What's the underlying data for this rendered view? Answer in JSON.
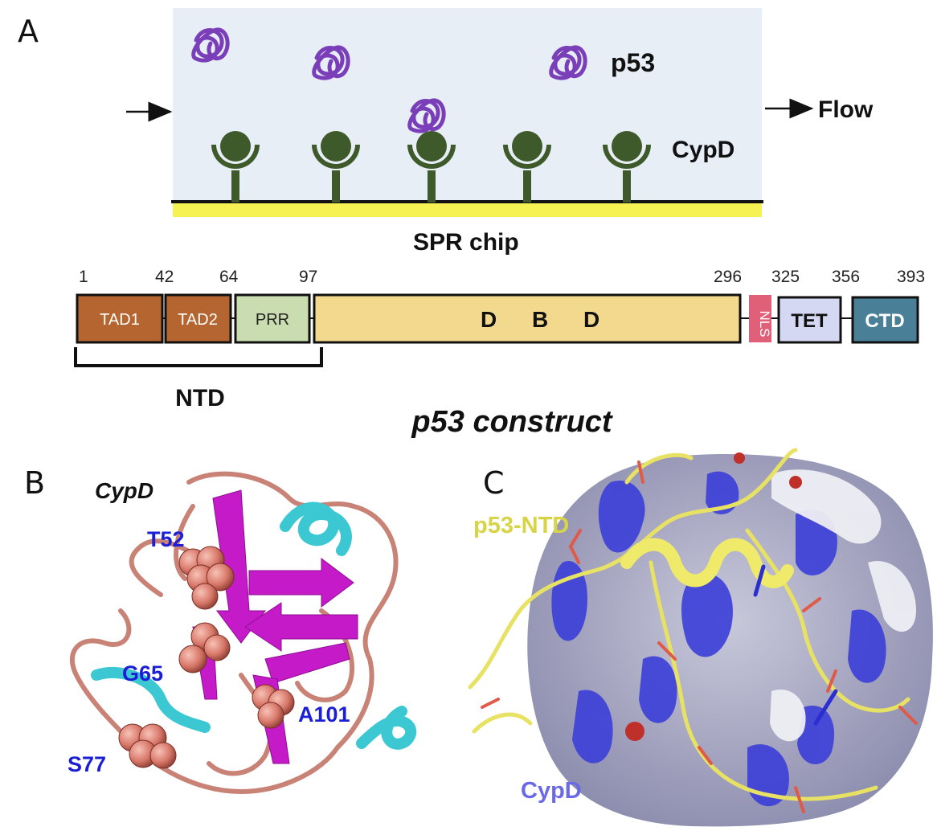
{
  "panel_a": {
    "letter": "A",
    "labels": {
      "p53": "p53",
      "flow": "Flow",
      "cypd": "CypD",
      "chip": "SPR chip"
    },
    "construct": {
      "numbers": [
        "1",
        "42",
        "64",
        "97",
        "296",
        "325",
        "356",
        "393"
      ],
      "domains": [
        "TAD1",
        "TAD2",
        "PRR",
        "D  B  D",
        "NLS",
        "TET",
        "CTD"
      ],
      "ntd_label": "NTD",
      "title": "p53 construct"
    }
  },
  "panel_b": {
    "letter": "B",
    "title": "CypD",
    "residues": [
      "T52",
      "G65",
      "A101",
      "S77"
    ]
  },
  "panel_c": {
    "letter": "C",
    "p53_label": "p53-NTD",
    "cypd_label": "CypD"
  },
  "colors": {
    "chip_bg": "#e8eef6",
    "chip_surface": "#f7f253",
    "receptor": "#3f5a2a",
    "p53_protein": "#7a3fb8",
    "tad": "#b5652f",
    "prr": "#c9ddb0",
    "dbd": "#f3d98e",
    "nls": "#e0607a",
    "tet": "#d4d8f2",
    "ctd": "#4a7f98",
    "residue_label": "#1a1fd6",
    "p53_ntd": "#d8d448",
    "cypd_label": "#6a6ae8",
    "sphere": "#d87a6c"
  }
}
